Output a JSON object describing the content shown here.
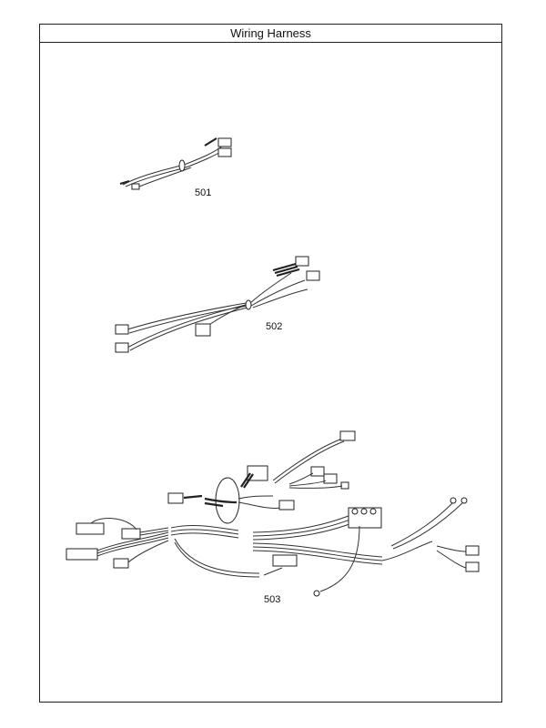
{
  "header": {
    "title": "Wiring Harness"
  },
  "parts": [
    {
      "number": "501"
    },
    {
      "number": "502"
    },
    {
      "number": "503"
    }
  ]
}
